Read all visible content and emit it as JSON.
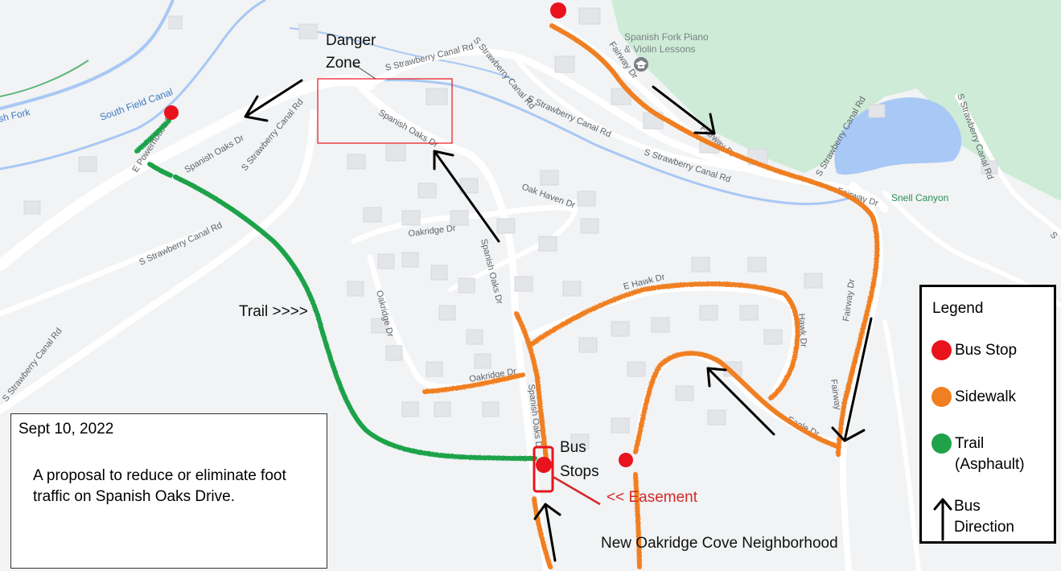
{
  "map": {
    "water_label": "nish Fork",
    "canal_label": "South Field Canal",
    "place_labels": {
      "snell_canyon": "Snell Canyon",
      "poi": [
        "Spanish Fork Piano",
        "& Violin Lessons"
      ]
    },
    "road_labels": {
      "e_powerhouse": "E Powerhouse Rd",
      "spanish_oaks_1": "Spanish Oaks Dr",
      "spanish_oaks_2": "Spanish Oaks Dr",
      "spanish_oaks_3": "Spanish Oaks Dr",
      "spanish_oaks_4": "Spanish Oaks D",
      "strawberry_1": "S Strawberry Canal Rd",
      "strawberry_2": "S Strawberry Canal Rd",
      "strawberry_3": "S Strawberry Canal Rd",
      "strawberry_4": "S Strawberry Canal Rd",
      "strawberry_5": "S Strawberry Canal Rd",
      "strawberry_6": "S Strawberry Canal Rd",
      "strawberry_7": "S Strawberry Canal Rd",
      "strawberry_8": "S Strawberry Canal Rd",
      "strawberry_9": "S Strawberry Canal Rd",
      "strawberry_10": "S",
      "oak_haven": "Oak Haven Dr",
      "oakridge_1": "Oakridge Dr",
      "oakridge_2": "Oakridge Dr",
      "oakridge_3": "Oakridge Dr",
      "e_hawk": "E Hawk Dr",
      "hawk_v": "Hawk Dr",
      "eagle": "Eagle Dr",
      "fairway_1": "Fairway Dr",
      "fairway_2": "Fairway Dr",
      "fairway_3": "Fairway Dr",
      "fairway_4": "Fairway Dr",
      "fairway_5": "Fairway"
    }
  },
  "annotations": {
    "danger_zone": [
      "Danger",
      "Zone"
    ],
    "trail_label": "Trail >>>>",
    "bus_stops": [
      "Bus",
      "Stops"
    ],
    "easement": "<< Easement",
    "new_neighborhood": "New Oakridge Cove Neighborhood"
  },
  "note": {
    "date": "Sept 10, 2022",
    "text": "A proposal to reduce or eliminate foot traffic on Spanish Oaks Drive."
  },
  "legend": {
    "title": "Legend",
    "items": [
      {
        "label": "Bus Stop",
        "color": "#e8131c"
      },
      {
        "label": "Sidewalk",
        "color": "#f07f21"
      },
      {
        "label": "Trail (Asphault)",
        "color": "#1fa24a"
      },
      {
        "label": "Bus Direction",
        "color": "#000000"
      }
    ]
  },
  "colors": {
    "bus_stop": "#e8131c",
    "sidewalk": "#f07f21",
    "trail": "#1fa24a",
    "arrow": "#000000",
    "danger_box": "#e8131c",
    "park": "#c9e9d3",
    "water": "#a8c8f5"
  }
}
